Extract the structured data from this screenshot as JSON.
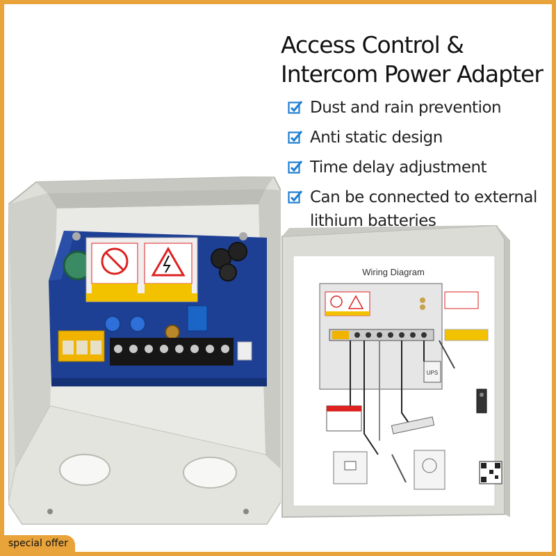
{
  "headline": {
    "title_line1": "Access Control &",
    "title_line2": "Intercom Power Adapter"
  },
  "features": [
    {
      "text": "Dust and rain prevention"
    },
    {
      "text": "Anti static design"
    },
    {
      "text": "Time delay adjustment"
    },
    {
      "text_line1": "Can be connected to external",
      "text_line2": "lithium batteries"
    }
  ],
  "diagram": {
    "title": "Wiring Diagram",
    "ups_label": "UPS"
  },
  "badge": {
    "label": "special offer"
  },
  "colors": {
    "accent": "#e8a33a",
    "check": "#1f7fd1",
    "pcb": "#1d3f94",
    "enclosure": "#dcdcd7"
  }
}
